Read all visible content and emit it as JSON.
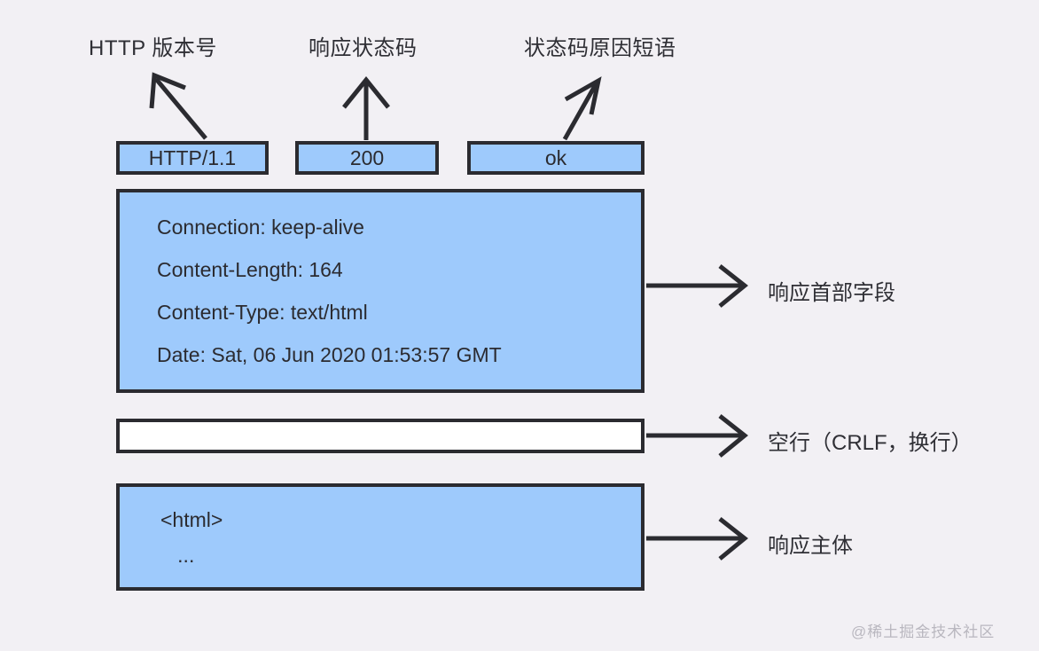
{
  "diagram": {
    "title_captions": [
      {
        "name": "http-version-caption",
        "text": "HTTP 版本号"
      },
      {
        "name": "status-code-caption",
        "text": "响应状态码"
      },
      {
        "name": "reason-phrase-caption",
        "text": "状态码原因短语"
      }
    ],
    "status_line": {
      "version": "HTTP/1.1",
      "status_code": "200",
      "reason_phrase": "ok"
    },
    "headers": [
      "Connection: keep-alive",
      "Content-Length: 164",
      "Content-Type: text/html",
      "Date: Sat, 06 Jun 2020 01:53:57 GMT"
    ],
    "blank_line": {
      "content": ""
    },
    "body": [
      "<html>",
      "   ..."
    ],
    "side_labels": {
      "headers": "响应首部字段",
      "blank_line": "空行（CRLF，换行）",
      "body": "响应主体"
    },
    "watermark": "@稀土掘金技术社区",
    "colors": {
      "background": "#f2f0f4",
      "box_fill": "#9ecafc",
      "box_border": "#2b2b30",
      "blank_fill": "#ffffff",
      "text": "#2b2b30",
      "watermark": "#b9b7bf"
    }
  }
}
